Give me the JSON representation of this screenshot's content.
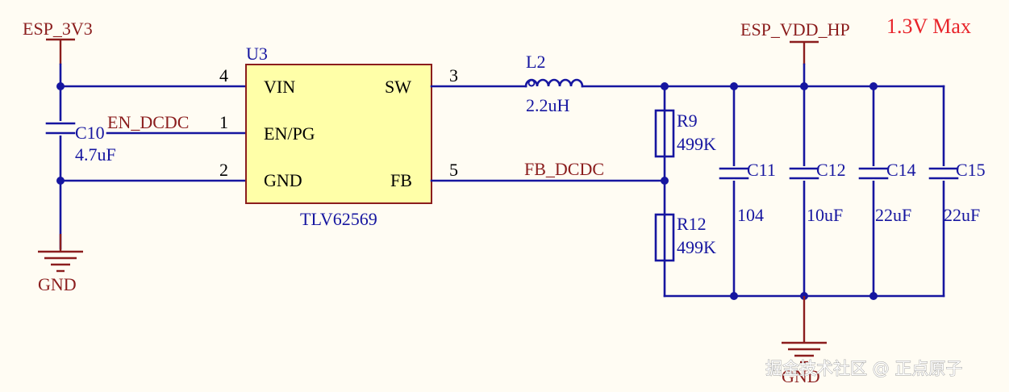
{
  "nets": {
    "vin_rail": "ESP_3V3",
    "vout_rail": "ESP_VDD_HP",
    "enable": "EN_DCDC",
    "feedback": "FB_DCDC",
    "ground_left": "GND",
    "ground_right": "GND"
  },
  "annotation": "1.3V Max",
  "ic": {
    "designator": "U3",
    "part": "TLV62569",
    "pins": [
      {
        "num": "4",
        "name": "VIN"
      },
      {
        "num": "1",
        "name": "EN/PG"
      },
      {
        "num": "2",
        "name": "GND"
      },
      {
        "num": "3",
        "name": "SW"
      },
      {
        "num": "5",
        "name": "FB"
      }
    ]
  },
  "inductor": {
    "designator": "L2",
    "value": "2.2uH"
  },
  "resistors": [
    {
      "designator": "R9",
      "value": "499K"
    },
    {
      "designator": "R12",
      "value": "499K"
    }
  ],
  "capacitors": [
    {
      "designator": "C10",
      "value": "4.7uF"
    },
    {
      "designator": "C11",
      "value": "104"
    },
    {
      "designator": "C12",
      "value": "10uF"
    },
    {
      "designator": "C14",
      "value": "22uF"
    },
    {
      "designator": "C15",
      "value": "22uF"
    }
  ],
  "watermark": "掘金技术社区 @ 正点原子",
  "colors": {
    "wire": "#1616a0",
    "net": "#8b1d1d",
    "chip_fill": "#ffffa8",
    "annotation": "#e8242a"
  }
}
